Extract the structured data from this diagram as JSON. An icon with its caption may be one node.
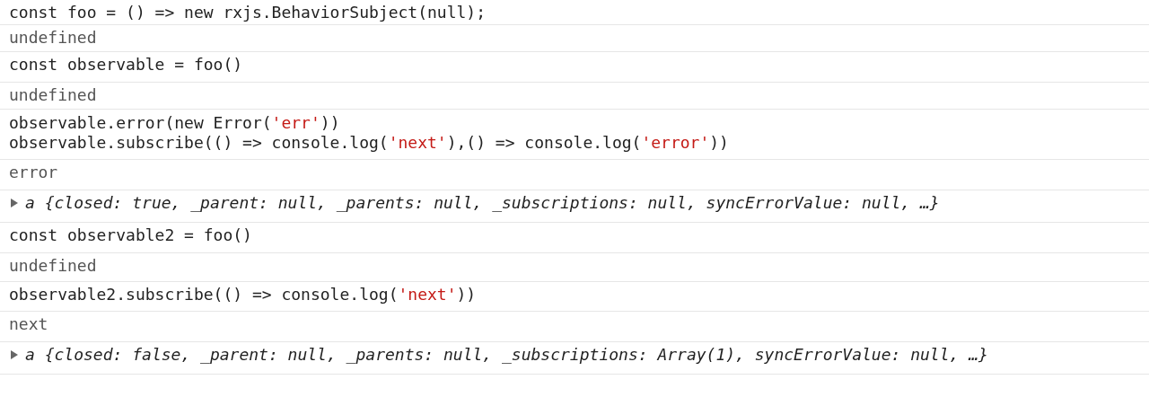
{
  "diagram": {
    "labels": [
      "const foo = () => new rxjs.BehaviorSubject(null);",
      "undefined",
      "const observable = foo()",
      "undefined",
      "observable.error(new Error('err'))",
      "observable.subscribe(() => console.log('next'),() => console.log('error'))",
      "error",
      "a {closed: true, _parent: null, _parents: null, _subscriptions: null, syncErrorValue: null, …}",
      "const observable2 = foo()",
      "undefined",
      "observable2.subscribe(() => console.log('next'))",
      "next",
      "a {closed: false, _parent: null, _parents: null, _subscriptions: Array(1), syncErrorValue: null, …}"
    ]
  }
}
